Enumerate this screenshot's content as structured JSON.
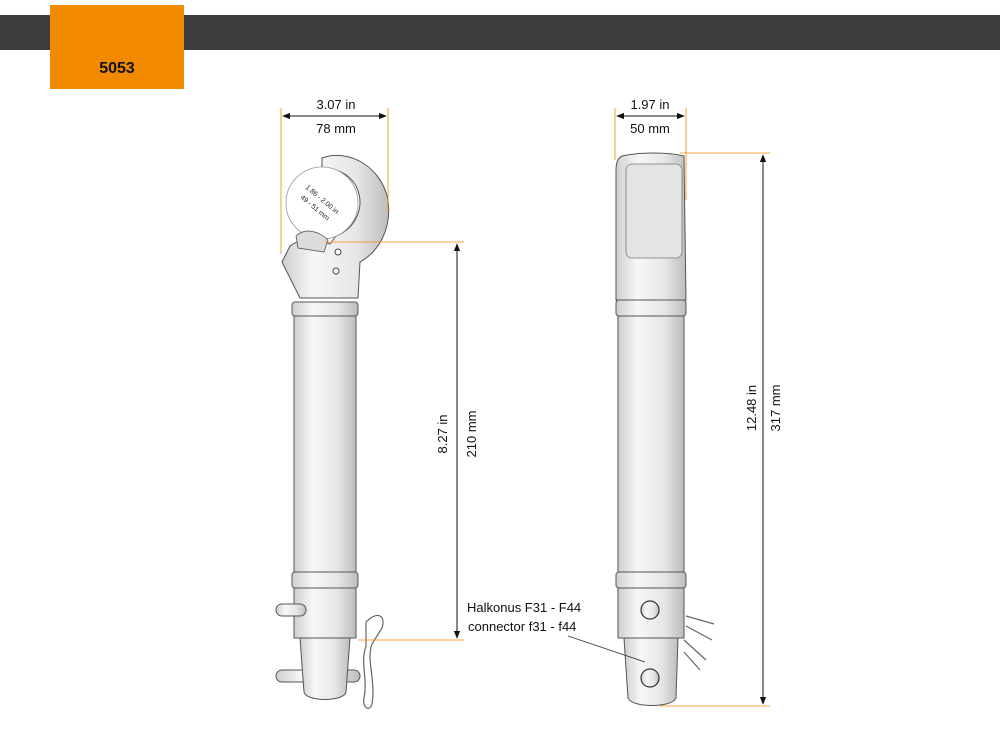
{
  "header": {
    "model_number": "5053",
    "bar_color": "#3d3d3d",
    "badge_color": "#f28a00"
  },
  "colors": {
    "accent_line": "#f28a00",
    "dimension": "#111111",
    "part_fill": "#ececec",
    "part_stroke": "#555555"
  },
  "side_view": {
    "width_in": "3.07 in",
    "width_mm": "78 mm",
    "hook_opening_in": "1.86 - 2.00 in",
    "hook_opening_mm": "49 - 51 mm",
    "length_in": "8.27 in",
    "length_mm": "210 mm"
  },
  "front_view": {
    "width_in": "1.97 in",
    "width_mm": "50 mm",
    "total_length_in": "12.48 in",
    "total_length_mm": "317 mm"
  },
  "note": {
    "line1": "Halkonus F31 - F44",
    "line2": "connector f31 - f44"
  }
}
